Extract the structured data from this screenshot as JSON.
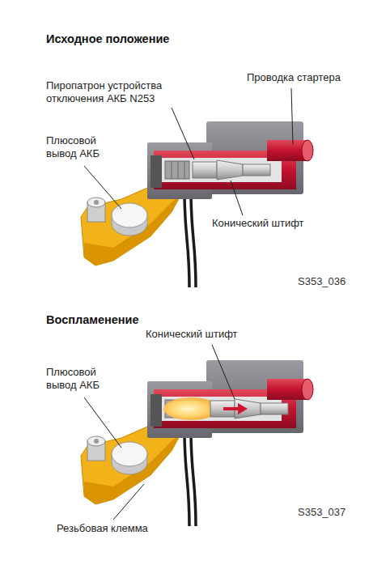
{
  "diagram": {
    "labels": [
      "Исходное положение",
      "Пиропатрон устройства отключения АКБ N253",
      "Проводка стартера",
      "Плюсовой вывод АКБ",
      "Конический штифт",
      "S353_036",
      "Воспламенение",
      "Конический штифт",
      "Плюсовой вывод АКБ",
      "Резьбовая клемма",
      "S353_037"
    ]
  }
}
